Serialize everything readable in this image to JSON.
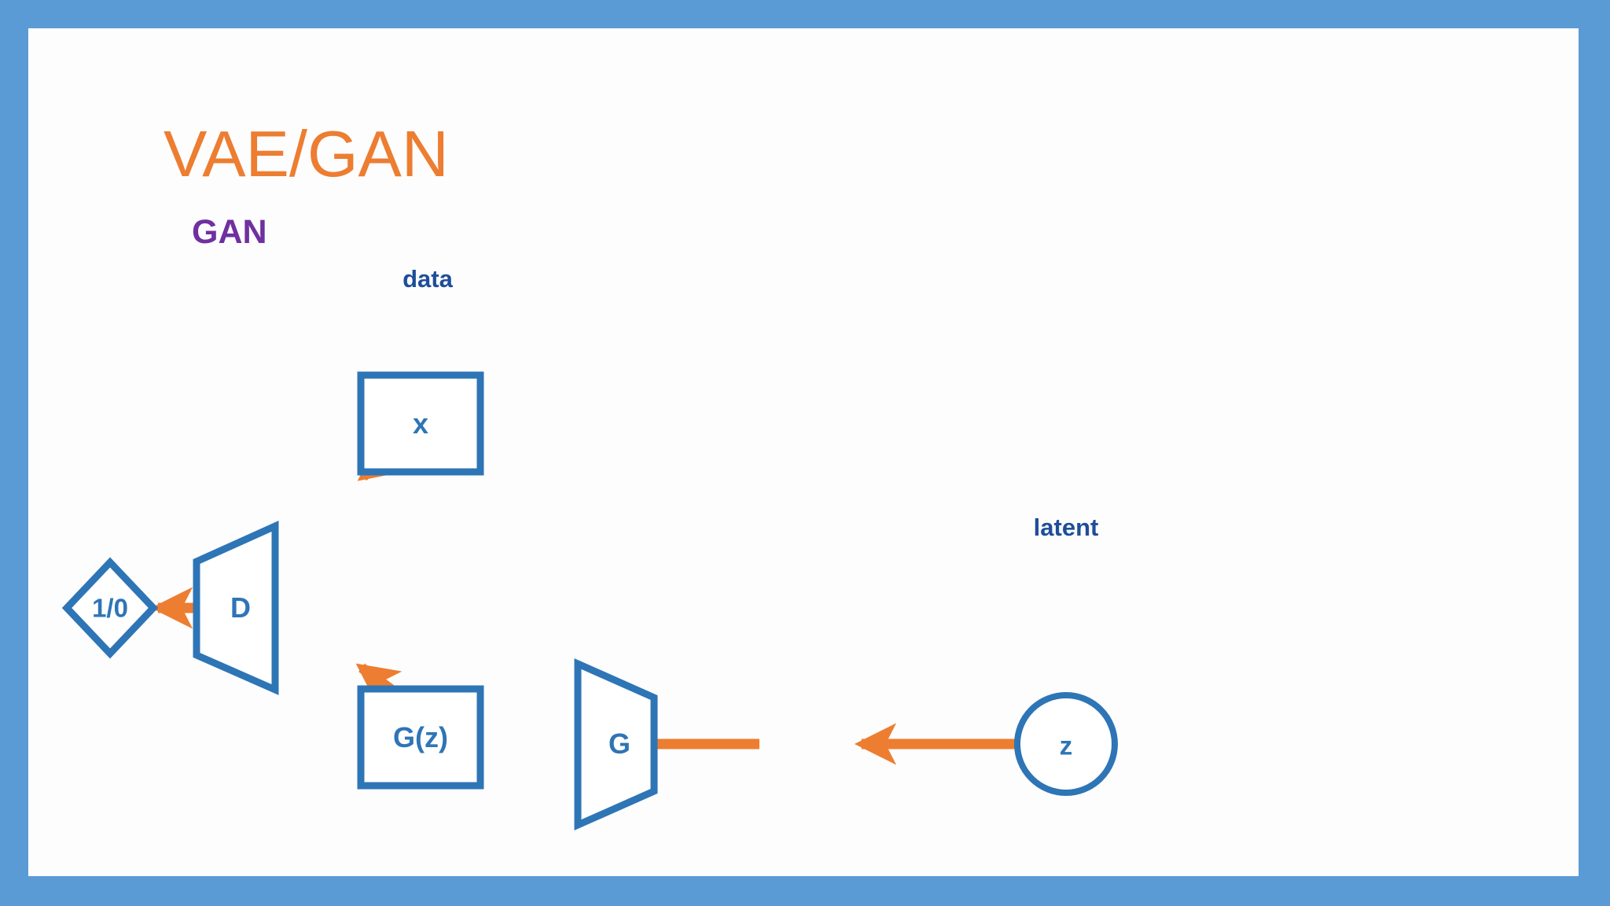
{
  "slide": {
    "title": "VAE/GAN",
    "background_color": "#5b9bd5",
    "canvas_color": "#fdfdfd",
    "title_color": "#ed7d31"
  },
  "section": {
    "label": "GAN",
    "color": "#7030a0"
  },
  "palette": {
    "shape_stroke": "#2e75b6",
    "arrow": "#ed7d31",
    "caption_text": "#1f4e99",
    "shape_text": "#2e75b6"
  },
  "diagram": {
    "type": "flow",
    "captions": [
      {
        "id": "data-caption",
        "text": "data"
      },
      {
        "id": "latent-caption",
        "text": "latent"
      }
    ],
    "nodes": [
      {
        "id": "output",
        "shape": "diamond",
        "label": "1/0"
      },
      {
        "id": "discriminator",
        "shape": "trapezoid-left",
        "label": "D"
      },
      {
        "id": "real-data",
        "shape": "rectangle",
        "label": "x"
      },
      {
        "id": "generated",
        "shape": "rectangle",
        "label": "G(z)"
      },
      {
        "id": "generator",
        "shape": "trapezoid-right",
        "label": "G"
      },
      {
        "id": "latent",
        "shape": "circle",
        "label": "z"
      }
    ],
    "edges": [
      {
        "from": "real-data",
        "to": "discriminator"
      },
      {
        "from": "generated",
        "to": "discriminator"
      },
      {
        "from": "discriminator",
        "to": "output"
      },
      {
        "from": "generator",
        "to": "generated"
      },
      {
        "from": "latent",
        "to": "generator"
      }
    ]
  }
}
